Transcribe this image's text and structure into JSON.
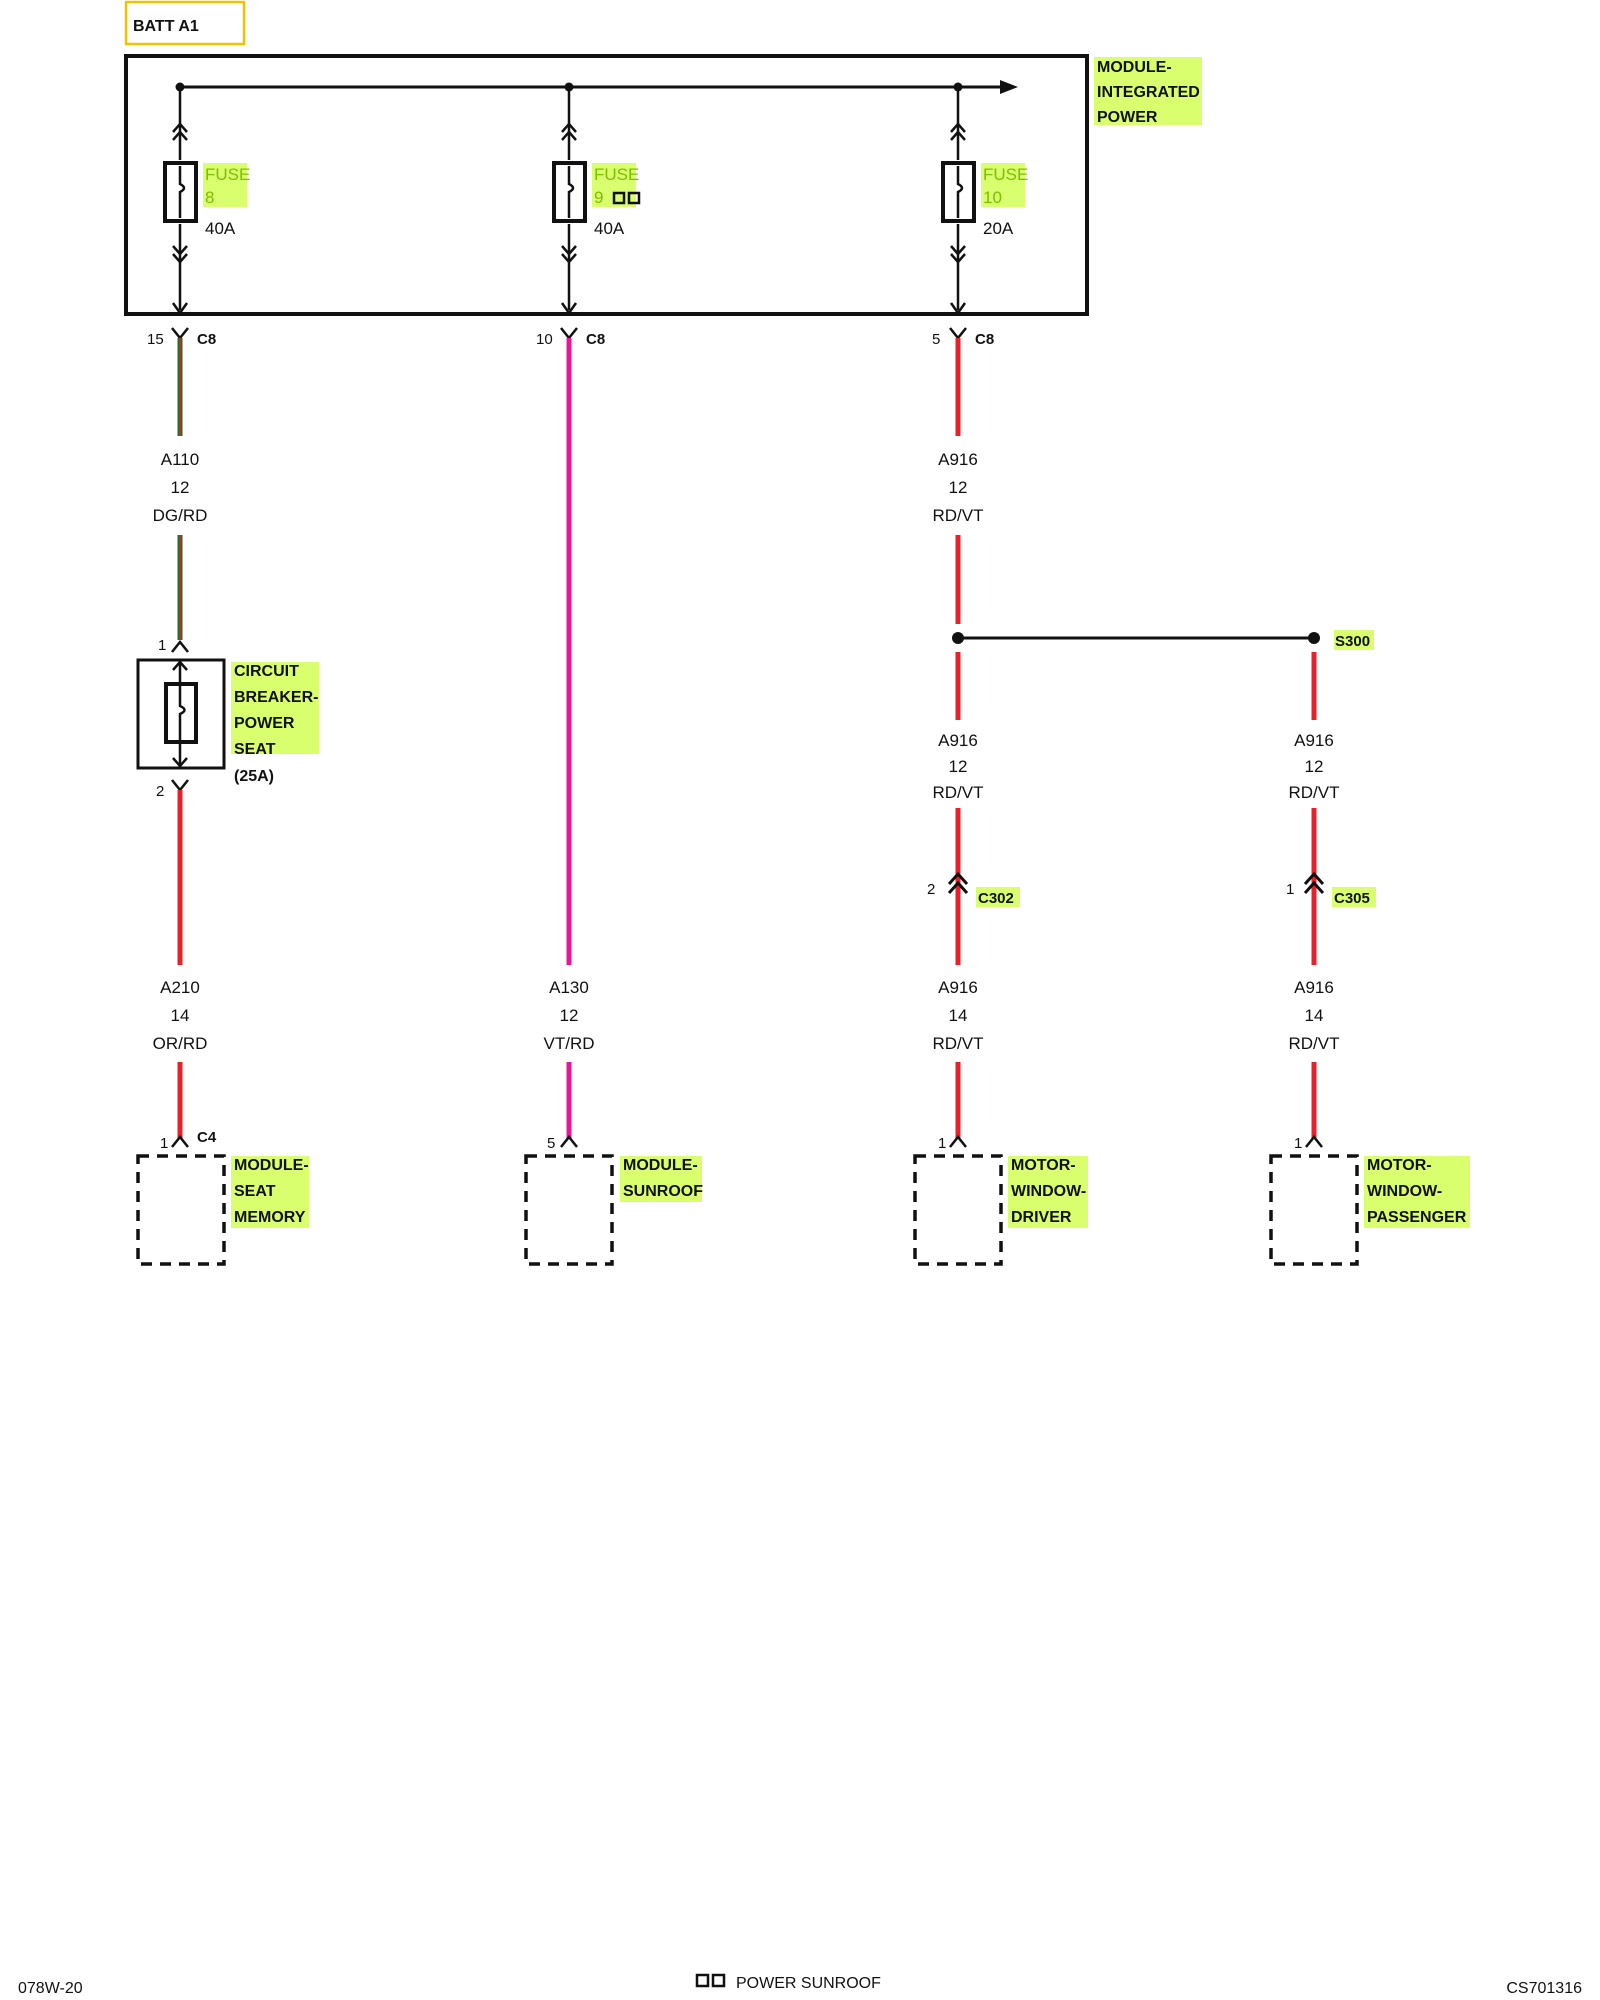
{
  "power_source": {
    "label": "BATT A1"
  },
  "module_integrated_power": {
    "lines": [
      "MODULE-",
      "INTEGRATED",
      "POWER"
    ]
  },
  "fuses": [
    {
      "label": "FUSE",
      "number": "8",
      "rating": "40A",
      "pin": "15",
      "connector": "C8"
    },
    {
      "label": "FUSE",
      "number": "9",
      "rating": "40A",
      "pin": "10",
      "connector": "C8",
      "option_symbol": "□□"
    },
    {
      "label": "FUSE",
      "number": "10",
      "rating": "20A",
      "pin": "5",
      "connector": "C8"
    }
  ],
  "wires": {
    "a110": {
      "circuit": "A110",
      "gauge": "12",
      "color": "DG/RD"
    },
    "a210": {
      "circuit": "A210",
      "gauge": "14",
      "color": "OR/RD"
    },
    "a130": {
      "circuit": "A130",
      "gauge": "12",
      "color": "VT/RD"
    },
    "a916_main": {
      "circuit": "A916",
      "gauge": "12",
      "color": "RD/VT"
    },
    "a916_driver_upper": {
      "circuit": "A916",
      "gauge": "12",
      "color": "RD/VT"
    },
    "a916_pass_upper": {
      "circuit": "A916",
      "gauge": "12",
      "color": "RD/VT"
    },
    "a916_driver_lower": {
      "circuit": "A916",
      "gauge": "14",
      "color": "RD/VT"
    },
    "a916_pass_lower": {
      "circuit": "A916",
      "gauge": "14",
      "color": "RD/VT"
    }
  },
  "circuit_breaker": {
    "lines": [
      "CIRCUIT",
      "BREAKER-",
      "POWER",
      "SEAT"
    ],
    "rating": "(25A)",
    "pin_in": "1",
    "pin_out": "2"
  },
  "splice": {
    "label": "S300"
  },
  "inline_connectors": [
    {
      "name": "C302",
      "pin": "2"
    },
    {
      "name": "C305",
      "pin": "1"
    }
  ],
  "components": [
    {
      "lines": [
        "MODULE-",
        "SEAT",
        "MEMORY"
      ],
      "pin": "1",
      "connector": "C4"
    },
    {
      "lines": [
        "MODULE-",
        "SUNROOF"
      ],
      "pin": "5"
    },
    {
      "lines": [
        "MOTOR-",
        "WINDOW-",
        "DRIVER"
      ],
      "pin": "1"
    },
    {
      "lines": [
        "MOTOR-",
        "WINDOW-",
        "PASSENGER"
      ],
      "pin": "1"
    }
  ],
  "footer": {
    "left": "078W-20",
    "center_symbol": "□□",
    "center": "POWER SUNROOF",
    "right": "CS701316"
  },
  "colors": {
    "highlight": "#d9ff6e",
    "dg_rd_base": "#1f6e2e",
    "red": "#e8202a",
    "violet": "#e6159a",
    "batt_border": "#f2c200"
  }
}
